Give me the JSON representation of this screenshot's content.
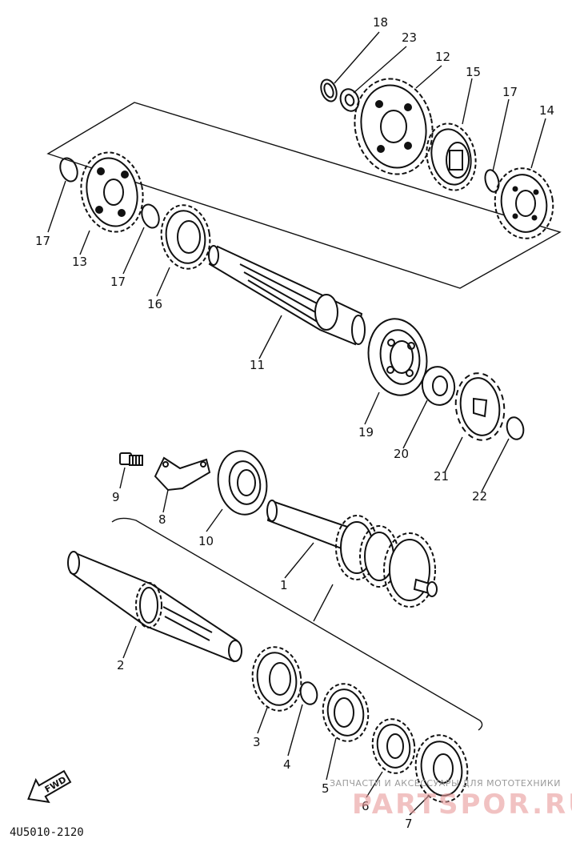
{
  "diagram": {
    "part_labels": [
      "1",
      "2",
      "3",
      "4",
      "5",
      "6",
      "7",
      "8",
      "9",
      "10",
      "11",
      "12",
      "13",
      "14",
      "15",
      "16",
      "17",
      "17",
      "17",
      "18",
      "19",
      "20",
      "21",
      "22",
      "23"
    ],
    "fwd_label": "FWD",
    "diagram_code": "4U5010-2120"
  },
  "watermark": {
    "line1": "ЗАПЧАСТИ И АКСЕССУАРЫ ДЛЯ МОТОТЕХНИКИ",
    "line2": "PARTSPOR.RU"
  }
}
